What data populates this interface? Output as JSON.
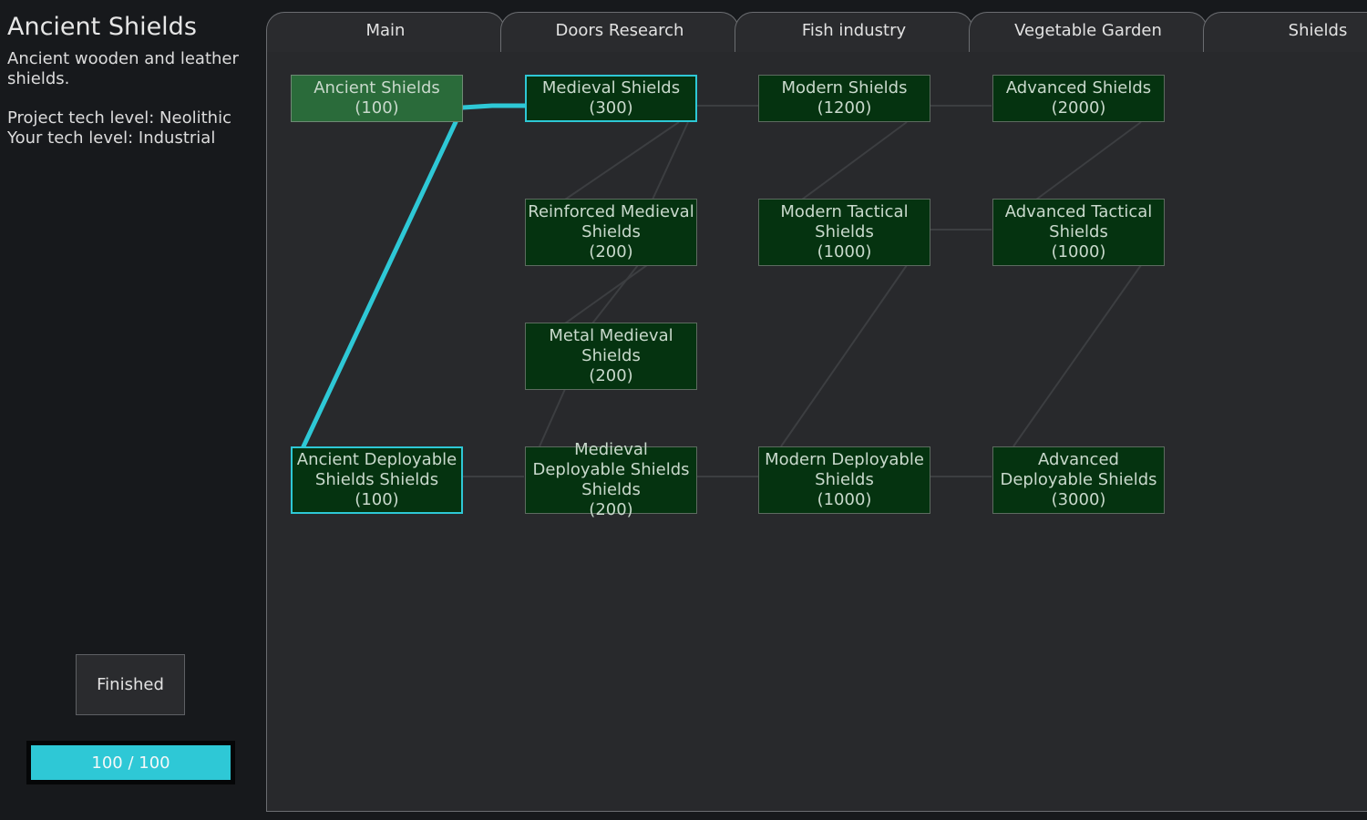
{
  "project": {
    "title": "Ancient Shields",
    "description": "Ancient wooden and leather shields.",
    "project_tech_level": "Project tech level: Neolithic",
    "your_tech_level": "Your tech level: Industrial"
  },
  "actions": {
    "finished_label": "Finished"
  },
  "progress": {
    "text": "100 / 100",
    "fraction": 1.0
  },
  "tabs": [
    {
      "label": "Main"
    },
    {
      "label": "Doors Research"
    },
    {
      "label": "Fish industry"
    },
    {
      "label": "Vegetable Garden"
    },
    {
      "label": "Shields"
    }
  ],
  "active_tab": "Shields",
  "nodes": [
    {
      "name": "Ancient Shields",
      "cost": "(100)",
      "state": "done"
    },
    {
      "name": "Medieval Shields",
      "cost": "(300)",
      "state": "highlight"
    },
    {
      "name": "Modern Shields",
      "cost": "(1200)",
      "state": "normal"
    },
    {
      "name": "Advanced Shields",
      "cost": "(2000)",
      "state": "normal"
    },
    {
      "name": "Reinforced Medieval Shields",
      "cost": "(200)",
      "state": "normal"
    },
    {
      "name": "Modern Tactical Shields",
      "cost": "(1000)",
      "state": "normal"
    },
    {
      "name": "Advanced Tactical Shields",
      "cost": "(1000)",
      "state": "normal"
    },
    {
      "name": "Metal Medieval Shields",
      "cost": "(200)",
      "state": "normal"
    },
    {
      "name": "Ancient Deployable Shields Shields",
      "cost": "(100)",
      "state": "highlight"
    },
    {
      "name": "Medieval Deployable Shields Shields",
      "cost": "(200)",
      "state": "normal"
    },
    {
      "name": "Modern Deployable Shields",
      "cost": "(1000)",
      "state": "normal"
    },
    {
      "name": "Advanced Deployable Shields",
      "cost": "(3000)",
      "state": "normal"
    }
  ],
  "colors": {
    "highlight": "#2ec8d6",
    "link_dim": "#3c3e41",
    "node_bg": "#053310",
    "node_done_bg": "#2a6b3a"
  }
}
